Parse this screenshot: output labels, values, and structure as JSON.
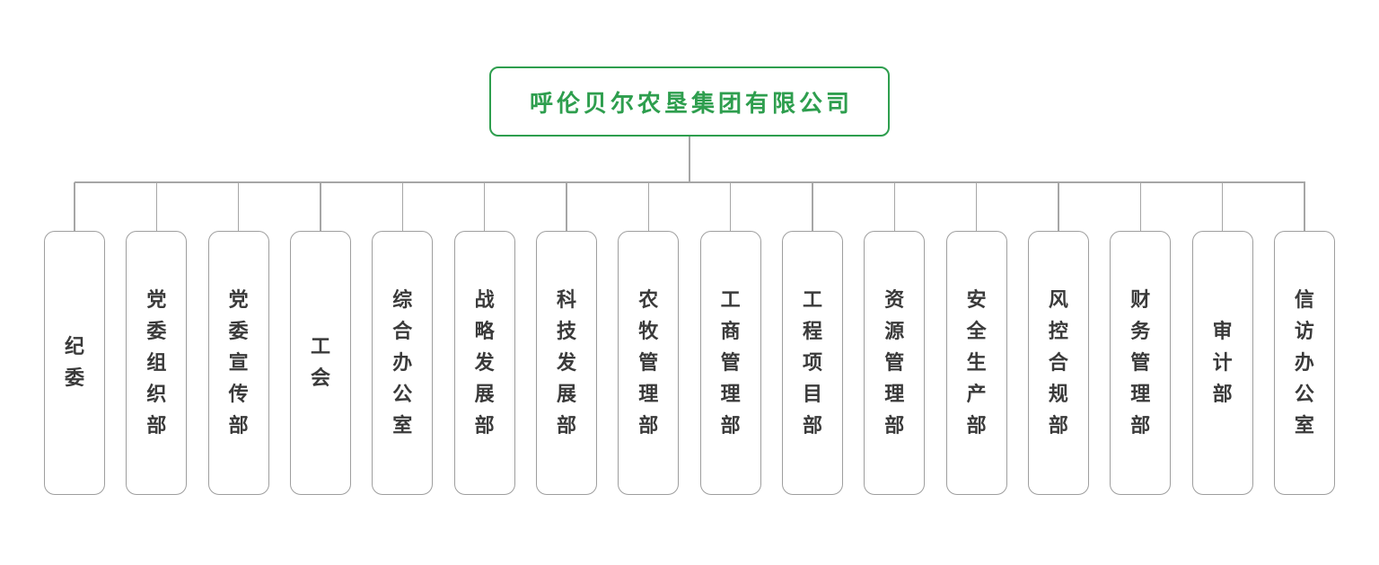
{
  "org": {
    "title": "呼伦贝尔农垦集团有限公司"
  },
  "departments": [
    {
      "label": "纪委"
    },
    {
      "label": "党委组织部"
    },
    {
      "label": "党委宣传部"
    },
    {
      "label": "工会"
    },
    {
      "label": "综合办公室"
    },
    {
      "label": "战略发展部"
    },
    {
      "label": "科技发展部"
    },
    {
      "label": "农牧管理部"
    },
    {
      "label": "工商管理部"
    },
    {
      "label": "工程项目部"
    },
    {
      "label": "资源管理部"
    },
    {
      "label": "安全生产部"
    },
    {
      "label": "风控合规部"
    },
    {
      "label": "财务管理部"
    },
    {
      "label": "审计部"
    },
    {
      "label": "信访办公室"
    }
  ],
  "colors": {
    "accent_green": "#2e9e4e",
    "connector_gray": "#a6a6a6",
    "box_border_gray": "#9e9e9e",
    "label_text": "#3a3a3a",
    "background": "#ffffff"
  }
}
